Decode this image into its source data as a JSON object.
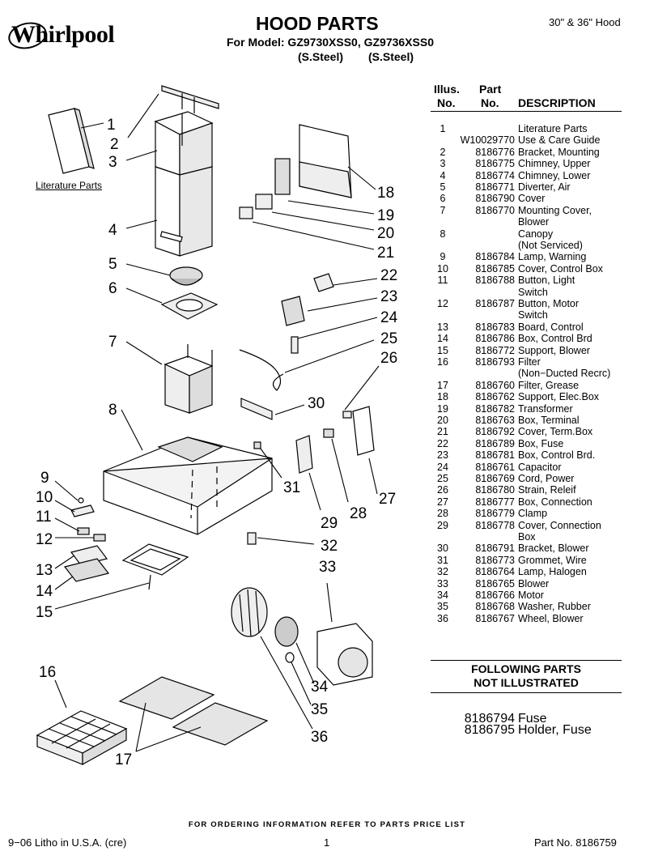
{
  "brand": "Whirlpool",
  "header": {
    "title": "HOOD PARTS",
    "model_line": "For Model: GZ9730XSS0, GZ9736XSS0",
    "finish_1": "(S.Steel)",
    "finish_2": "(S.Steel)",
    "hood_size": "30\" & 36\" Hood"
  },
  "diagram": {
    "literature_label": "Literature Parts",
    "callouts": [
      "1",
      "2",
      "3",
      "4",
      "5",
      "6",
      "7",
      "8",
      "9",
      "10",
      "11",
      "12",
      "13",
      "14",
      "15",
      "16",
      "17",
      "18",
      "19",
      "20",
      "21",
      "22",
      "23",
      "24",
      "25",
      "26",
      "27",
      "28",
      "29",
      "30",
      "31",
      "32",
      "33",
      "34",
      "35",
      "36"
    ]
  },
  "parts_table": {
    "col_illus": [
      "Illus.",
      "No."
    ],
    "col_part": [
      "Part",
      "No."
    ],
    "col_desc": "DESCRIPTION",
    "rows": [
      [
        "1",
        "",
        "Literature Parts"
      ],
      [
        "",
        "W10029770",
        "Use & Care Guide"
      ],
      [
        "2",
        "8186776",
        "Bracket, Mounting"
      ],
      [
        "3",
        "8186775",
        "Chimney, Upper"
      ],
      [
        "4",
        "8186774",
        "Chimney, Lower"
      ],
      [
        "5",
        "8186771",
        "Diverter, Air"
      ],
      [
        "6",
        "8186790",
        "Cover"
      ],
      [
        "7",
        "8186770",
        "Mounting Cover,"
      ],
      [
        "",
        "",
        "Blower"
      ],
      [
        "8",
        "",
        "Canopy"
      ],
      [
        "",
        "",
        "(Not Serviced)"
      ],
      [
        "9",
        "8186784",
        "Lamp, Warning"
      ],
      [
        "10",
        "8186785",
        "Cover, Control Box"
      ],
      [
        "11",
        "8186788",
        "Button, Light"
      ],
      [
        "",
        "",
        "Switch"
      ],
      [
        "12",
        "8186787",
        "Button, Motor"
      ],
      [
        "",
        "",
        "Switch"
      ],
      [
        "13",
        "8186783",
        "Board, Control"
      ],
      [
        "14",
        "8186786",
        "Box, Control Brd"
      ],
      [
        "15",
        "8186772",
        "Support, Blower"
      ],
      [
        "16",
        "8186793",
        "Filter"
      ],
      [
        "",
        "",
        "(Non−Ducted Recrc)"
      ],
      [
        "17",
        "8186760",
        "Filter, Grease"
      ],
      [
        "18",
        "8186762",
        "Support, Elec.Box"
      ],
      [
        "19",
        "8186782",
        "Transformer"
      ],
      [
        "20",
        "8186763",
        "Box, Terminal"
      ],
      [
        "21",
        "8186792",
        "Cover, Term.Box"
      ],
      [
        "22",
        "8186789",
        "Box, Fuse"
      ],
      [
        "23",
        "8186781",
        "Box, Control Brd."
      ],
      [
        "24",
        "8186761",
        "Capacitor"
      ],
      [
        "25",
        "8186769",
        "Cord, Power"
      ],
      [
        "26",
        "8186780",
        "Strain, Releif"
      ],
      [
        "27",
        "8186777",
        "Box, Connection"
      ],
      [
        "28",
        "8186779",
        "Clamp"
      ],
      [
        "29",
        "8186778",
        "Cover, Connection"
      ],
      [
        "",
        "",
        "Box"
      ],
      [
        "30",
        "8186791",
        "Bracket, Blower"
      ],
      [
        "31",
        "8186773",
        "Grommet, Wire"
      ],
      [
        "32",
        "8186764",
        "Lamp, Halogen"
      ],
      [
        "33",
        "8186765",
        "Blower"
      ],
      [
        "34",
        "8186766",
        "Motor"
      ],
      [
        "35",
        "8186768",
        "Washer, Rubber"
      ],
      [
        "36",
        "8186767",
        "Wheel, Blower"
      ]
    ]
  },
  "following_parts": {
    "title_1": "FOLLOWING PARTS",
    "title_2": "NOT ILLUSTRATED",
    "rows": [
      [
        "8186794",
        "Fuse"
      ],
      [
        "8186795",
        "Holder, Fuse"
      ]
    ]
  },
  "footer": {
    "order_note": "FOR ORDERING INFORMATION REFER TO PARTS PRICE LIST",
    "litho": "9−06 Litho in U.S.A. (cre)",
    "page": "1",
    "part_no": "Part No. 8186759"
  }
}
